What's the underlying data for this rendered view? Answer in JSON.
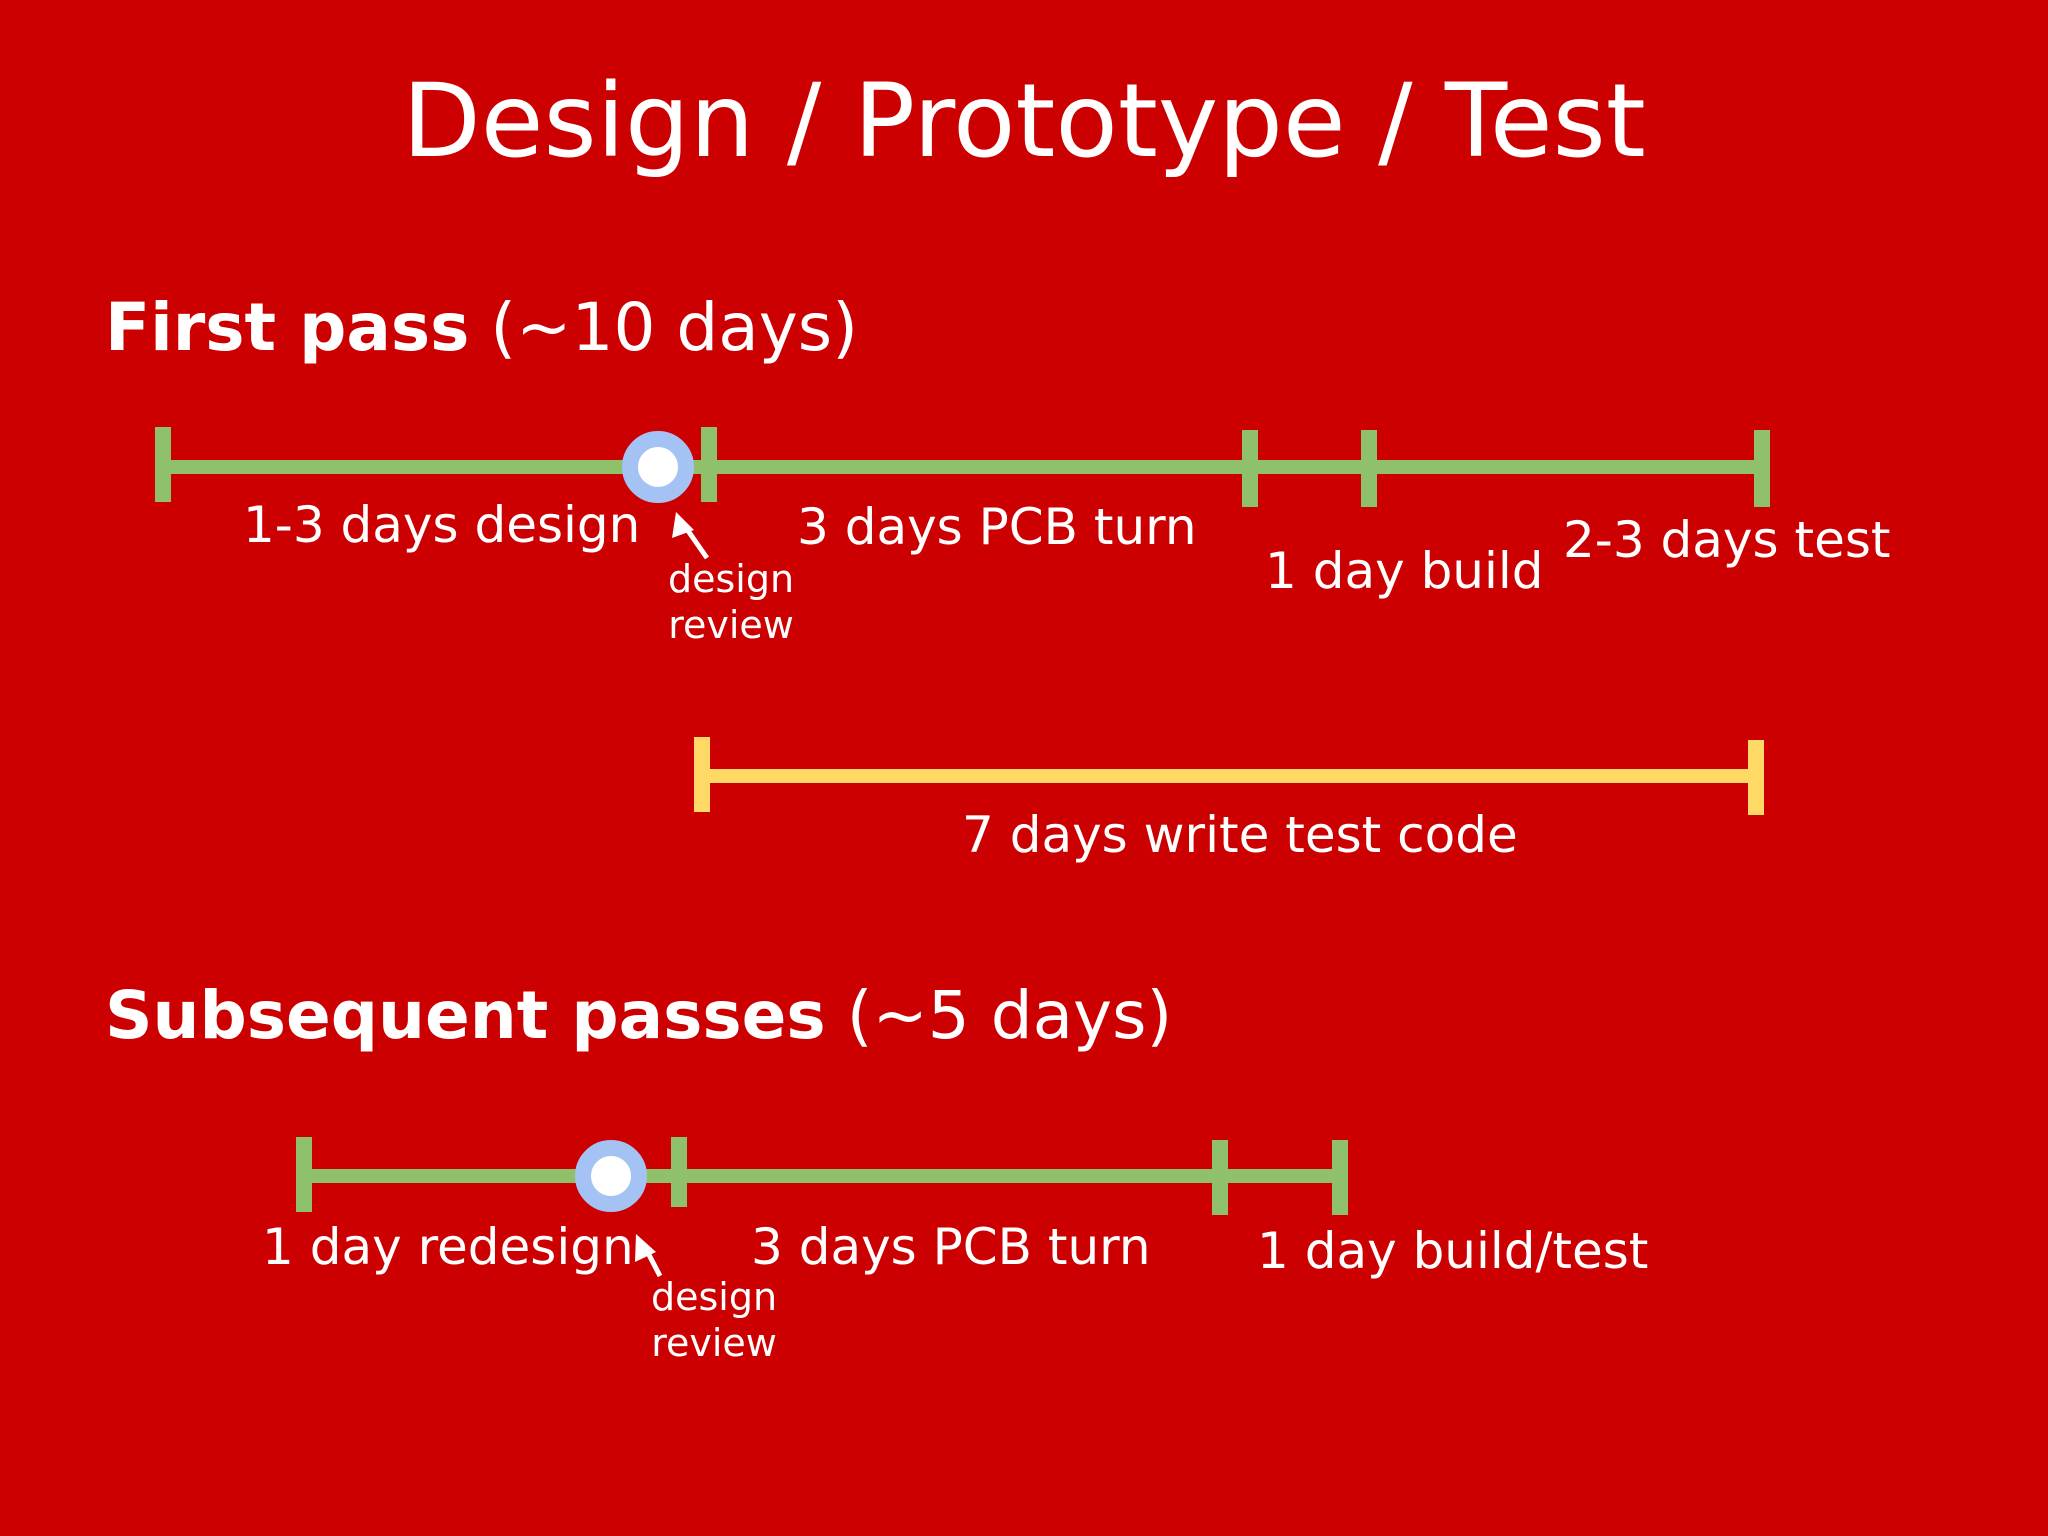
{
  "title": "Design / Prototype / Test",
  "first_pass": {
    "heading_bold": "First pass",
    "heading_rest": " (~10 days)",
    "labels": {
      "design": "1-3 days design",
      "pcb": "3 days PCB turn",
      "build": "1 day build",
      "test": "2-3 days test",
      "review_line1": "design",
      "review_line2": "review",
      "code": "7 days write test code"
    }
  },
  "subsequent_passes": {
    "heading_bold": "Subsequent passes",
    "heading_rest": " (~5 days)",
    "labels": {
      "redesign": "1 day redesign",
      "pcb": "3 days PCB turn",
      "build_test": "1 day build/test",
      "review_line1": "design",
      "review_line2": "review"
    }
  },
  "colors": {
    "background": "#cc0000",
    "timeline_green": "#8fc06a",
    "timeline_yellow": "#ffd966",
    "review_marker_ring": "#a4c2f4",
    "review_marker_center": "#ffffff",
    "text": "#ffffff"
  }
}
